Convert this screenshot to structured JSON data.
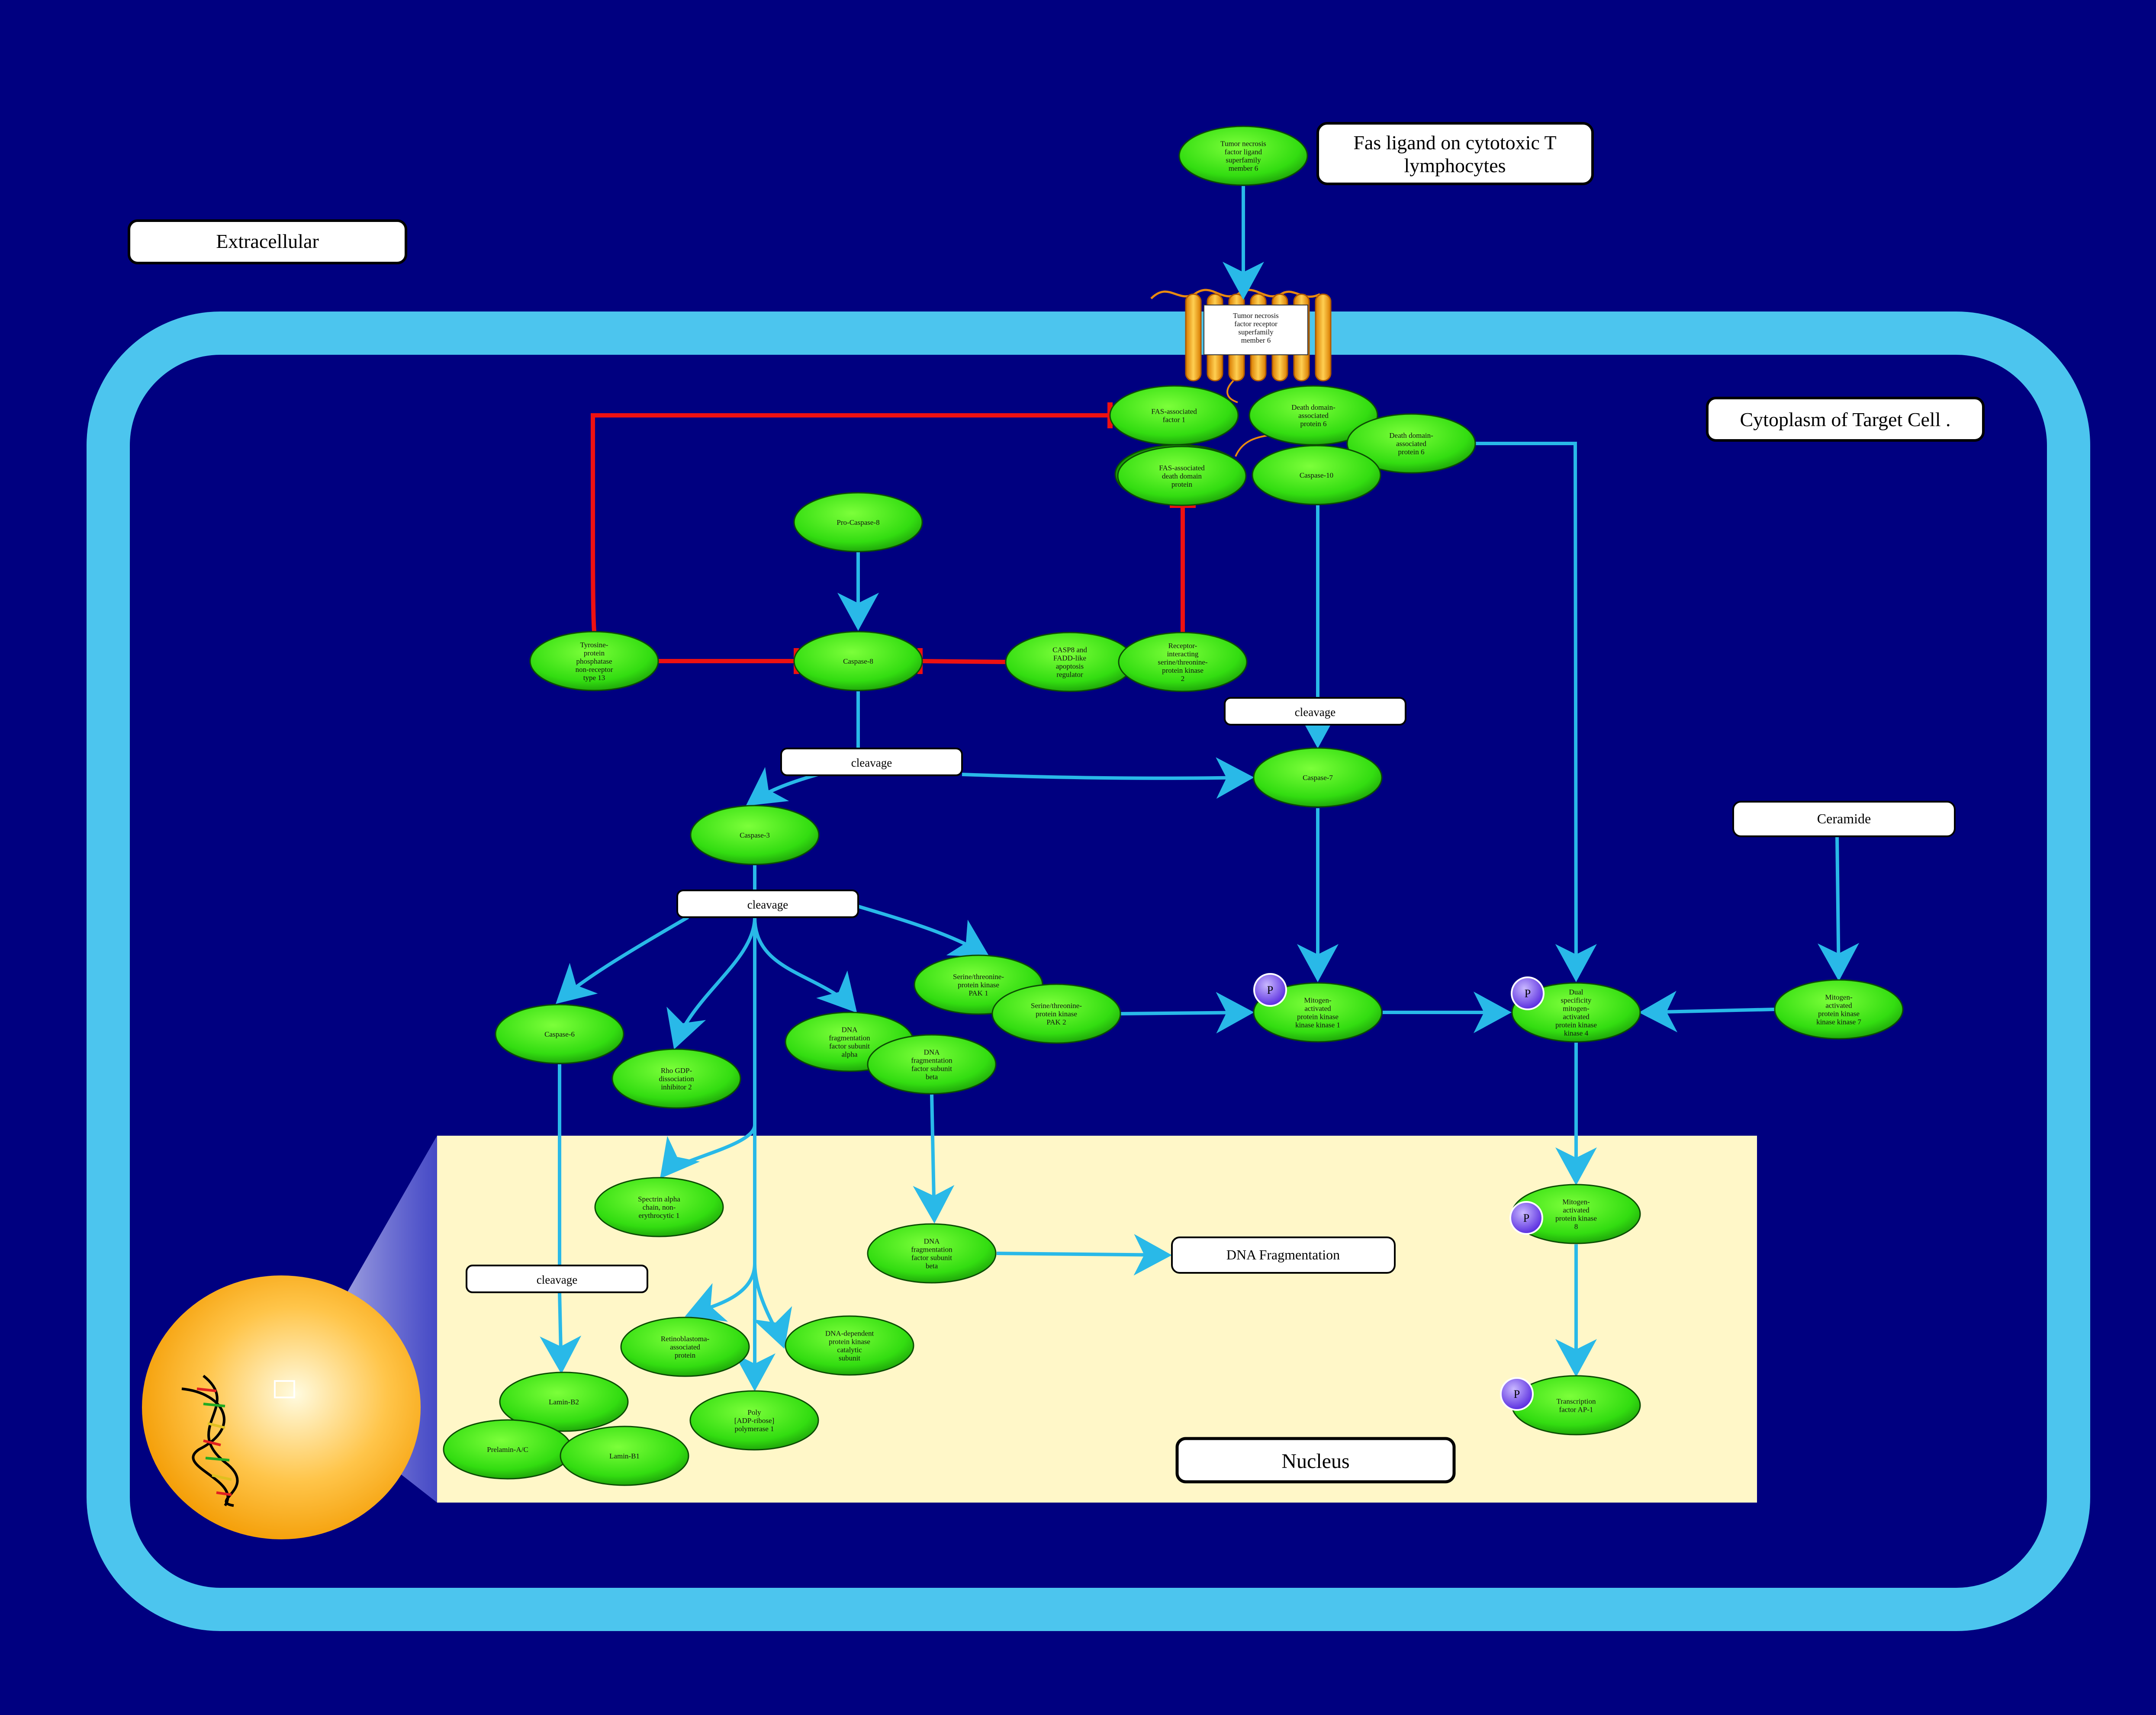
{
  "labels": {
    "fas_ligand": [
      "Fas ligand on cytotoxic T",
      "lymphocytes"
    ],
    "extracellular": "Extracellular",
    "cytoplasm": "Cytoplasm of Target Cell .",
    "nucleus": "Nucleus",
    "ceramide": "Ceramide",
    "dna_fragmentation": "DNA Fragmentation",
    "cleavage": "cleavage"
  },
  "genes": {
    "tnfsf6": [
      "Tumor necrosis",
      "factor ligand",
      "superfamily",
      "member 6"
    ],
    "tnfrsf6": [
      "Tumor necrosis",
      "factor receptor",
      "superfamily",
      "member 6"
    ],
    "faf1": [
      "FAS-associated",
      "factor 1"
    ],
    "daxx_a": [
      "Death domain-",
      "associated",
      "protein 6"
    ],
    "daxx_b": [
      "Death domain-",
      "associated",
      "protein 6"
    ],
    "fadd": [
      "FAS-associated",
      "death domain",
      "protein"
    ],
    "casp10": [
      "Caspase-10"
    ],
    "procasp8": [
      "Pro-Caspase-8"
    ],
    "ptpn13": [
      "Tyrosine-",
      "protein",
      "phosphatase",
      "non-receptor",
      "type 13"
    ],
    "casp8": [
      "Caspase-8"
    ],
    "cflar": [
      "CASP8 and",
      "FADD-like",
      "apoptosis",
      "regulator"
    ],
    "ripk2": [
      "Receptor-",
      "interacting",
      "serine/threonine-",
      "protein kinase",
      "2"
    ],
    "casp7": [
      "Caspase-7"
    ],
    "casp3": [
      "Caspase-3"
    ],
    "pak1": [
      "Serine/threonine-",
      "protein kinase",
      "PAK 1"
    ],
    "pak2": [
      "Serine/threonine-",
      "protein kinase",
      "PAK 2"
    ],
    "map3k1": [
      "Mitogen-",
      "activated",
      "protein kinase",
      "kinase kinase 1"
    ],
    "map2k4": [
      "Dual",
      "specificity",
      "mitogen-",
      "activated",
      "protein kinase",
      "kinase 4"
    ],
    "map3k7": [
      "Mitogen-",
      "activated",
      "protein kinase",
      "kinase kinase 7"
    ],
    "casp6": [
      "Caspase-6"
    ],
    "arhgdib": [
      "Rho GDP-",
      "dissociation",
      "inhibitor 2"
    ],
    "dffa": [
      "DNA",
      "fragmentation",
      "factor subunit",
      "alpha"
    ],
    "dffb": [
      "DNA",
      "fragmentation",
      "factor subunit",
      "beta"
    ],
    "mapk8": [
      "Mitogen-",
      "activated",
      "protein kinase",
      "8"
    ],
    "sptan1": [
      "Spectrin alpha",
      "chain, non-",
      "erythrocytic 1"
    ],
    "dffb_n": [
      "DNA",
      "fragmentation",
      "factor subunit",
      "beta"
    ],
    "rb1": [
      "Retinoblastoma-",
      "associated",
      "protein"
    ],
    "prkdc": [
      "DNA-dependent",
      "protein kinase",
      "catalytic",
      "subunit"
    ],
    "parp1": [
      "Poly",
      "[ADP-ribose]",
      "polymerase 1"
    ],
    "lmnb2": [
      "Lamin-B2"
    ],
    "lmna": [
      "Prelamin-A/C"
    ],
    "lmnb1": [
      "Lamin-B1"
    ],
    "ap1": [
      "Transcription",
      "factor AP-1"
    ]
  },
  "phospho": {
    "map3k1": "P",
    "map2k4": "P",
    "mapk8": "P",
    "ap1": "P"
  },
  "colors": {
    "background": "#000080",
    "membrane": "#4cc5ee",
    "gene_fill": "#33dd11",
    "activation": "#29b9e8",
    "inhibition": "#ee1111",
    "nucleus": "#fff7c8"
  }
}
